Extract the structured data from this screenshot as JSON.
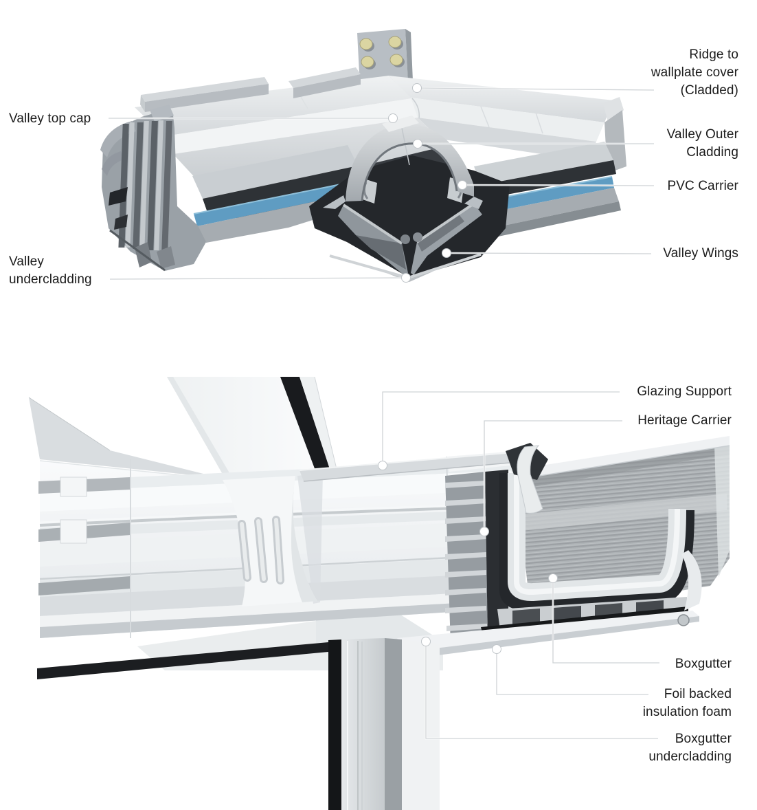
{
  "page": {
    "background": "#ffffff"
  },
  "colors": {
    "label_text": "#1c1c1c",
    "leader_line": "#cfd3d6",
    "leader_dot": "#ffffff",
    "metal_light": "#e9ebec",
    "metal_mid": "#a6acb1",
    "metal_dark": "#26292d",
    "glazing_strip_blue": "#5f9cc2",
    "bolt_yellow": "#dbd5a2",
    "pvc_white": "#f2f4f5",
    "insulation_black": "#1b1d1f"
  },
  "figure1": {
    "name": "Valley junction cutaway",
    "labels": [
      {
        "id": "ridge-to-wallplate-cover",
        "text": "Ridge to\nwallplate cover\n(Cladded)",
        "side": "right"
      },
      {
        "id": "valley-top-cap",
        "text": "Valley top cap",
        "side": "left"
      },
      {
        "id": "valley-outer-cladding",
        "text": "Valley Outer\nCladding",
        "side": "right"
      },
      {
        "id": "pvc-carrier",
        "text": "PVC Carrier",
        "side": "right"
      },
      {
        "id": "valley-wings",
        "text": "Valley Wings",
        "side": "right"
      },
      {
        "id": "valley-undercladding",
        "text": "Valley\nundercladding",
        "side": "left"
      }
    ]
  },
  "figure2": {
    "name": "Boxgutter and eaves cutaway",
    "labels": [
      {
        "id": "glazing-support",
        "text": "Glazing Support",
        "side": "right"
      },
      {
        "id": "heritage-carrier",
        "text": "Heritage Carrier",
        "side": "right"
      },
      {
        "id": "boxgutter",
        "text": "Boxgutter",
        "side": "right"
      },
      {
        "id": "foil-backed-insulation-foam",
        "text": "Foil backed\ninsulation foam",
        "side": "right"
      },
      {
        "id": "boxgutter-undercladding",
        "text": "Boxgutter\nundercladding",
        "side": "right"
      }
    ]
  }
}
